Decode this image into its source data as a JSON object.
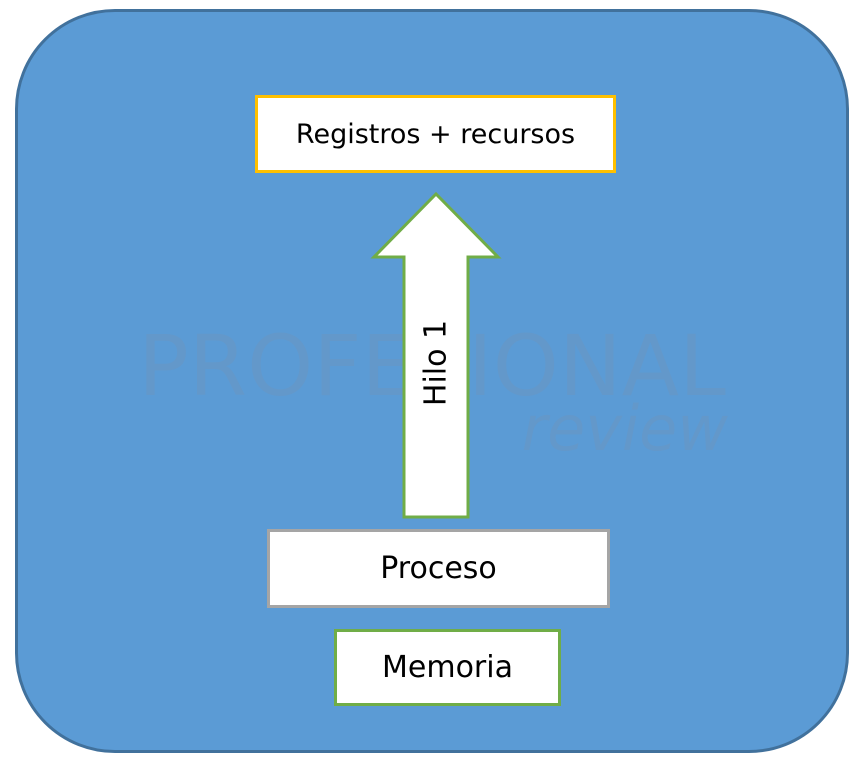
{
  "diagram": {
    "boxes": {
      "registros": "Registros + recursos",
      "proceso": "Proceso",
      "memoria": "Memoria"
    },
    "arrow_label": "Hilo 1",
    "watermark": {
      "line1": "PROFESIONAL",
      "line2": "review"
    },
    "colors": {
      "background": "#5b9bd5",
      "background_border": "#41719c",
      "registros_border": "#ffc000",
      "proceso_border": "#a5a5a5",
      "memoria_border": "#70ad47",
      "arrow_border": "#70ad47"
    }
  }
}
